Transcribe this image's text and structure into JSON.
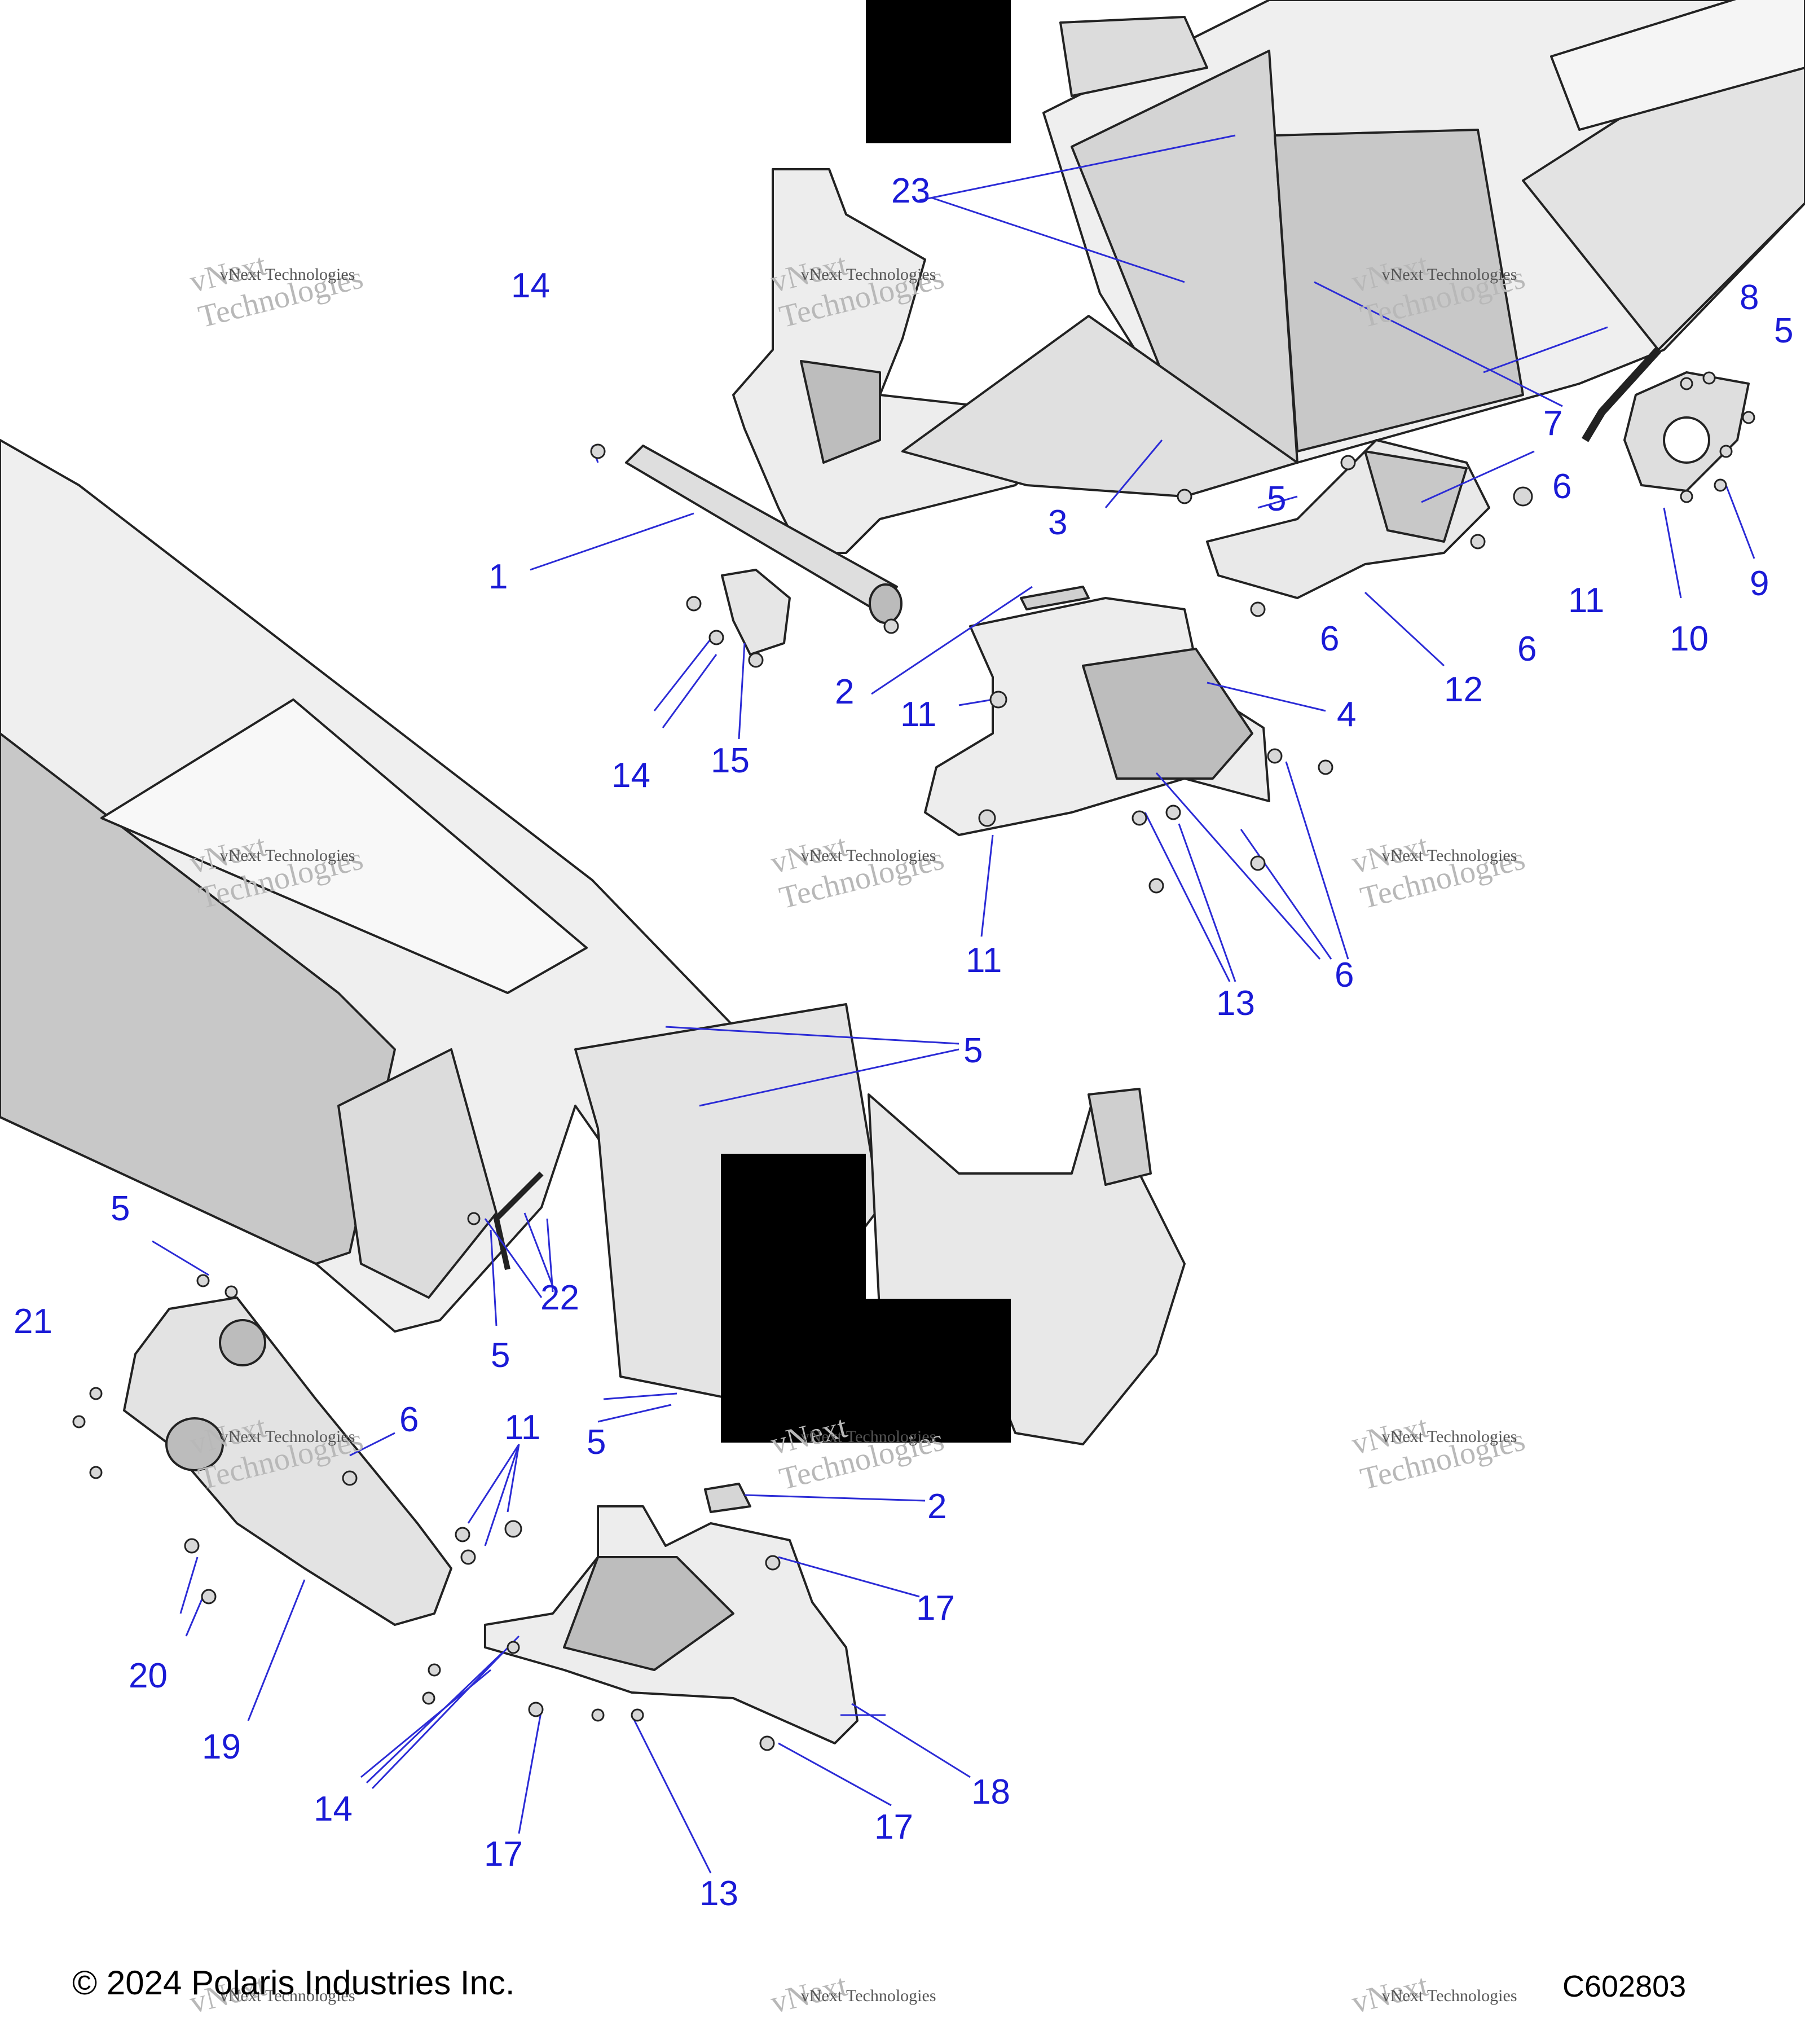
{
  "diagram": {
    "callouts": [
      "1",
      "2",
      "3",
      "4",
      "5",
      "6",
      "7",
      "8",
      "9",
      "10",
      "11",
      "12",
      "13",
      "14",
      "15",
      "17",
      "18",
      "19",
      "20",
      "21",
      "22",
      "23"
    ],
    "callout_color": "#1a1ad6",
    "part_fill": "#ececec",
    "part_shade": "#c8c8c8",
    "outline_color": "#222222"
  },
  "watermark": {
    "line1": "vNext",
    "line2": "vNext Technologies",
    "line3": "Technologies"
  },
  "footer": {
    "copyright": "© 2024 Polaris Industries Inc.",
    "drawing_id": "C602803"
  }
}
